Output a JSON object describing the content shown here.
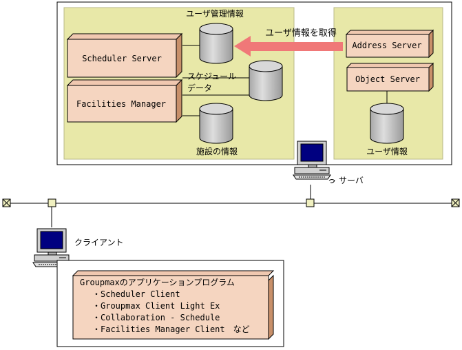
{
  "server_area": {
    "user_mgmt_label": "ユーザ管理情報",
    "scheduler_server": "Scheduler Server",
    "facilities_manager": "Facilities Manager",
    "schedule_data_line1": "スケジュール",
    "schedule_data_line2": "データ",
    "facility_info": "施設の情報",
    "arrow_label": "ユーザ情報を取得",
    "address_server": "Address Server",
    "object_server": "Object Server",
    "user_info": "ユーザ情報"
  },
  "server_label": "サーバ",
  "client_label": "クライアント",
  "client_apps": {
    "title": "Groupmaxのアプリケーションプログラム",
    "items": [
      "・Scheduler Client",
      "・Groupmax Client Light Ex",
      "・Collaboration - Schedule",
      "・Facilities Manager Client　など"
    ]
  },
  "colors": {
    "panel_fill": "#e8e8a8",
    "box_fill": "#f5d5c0",
    "box_side": "#c8906a",
    "cylinder_fill": "#c8c8c8",
    "arrow": "#f08080",
    "node_fill": "#f0f0c0",
    "monitor_screen": "#000080"
  },
  "icons": [
    "database-icon",
    "computer-icon",
    "network-terminator-icon",
    "arrow-left-icon"
  ]
}
